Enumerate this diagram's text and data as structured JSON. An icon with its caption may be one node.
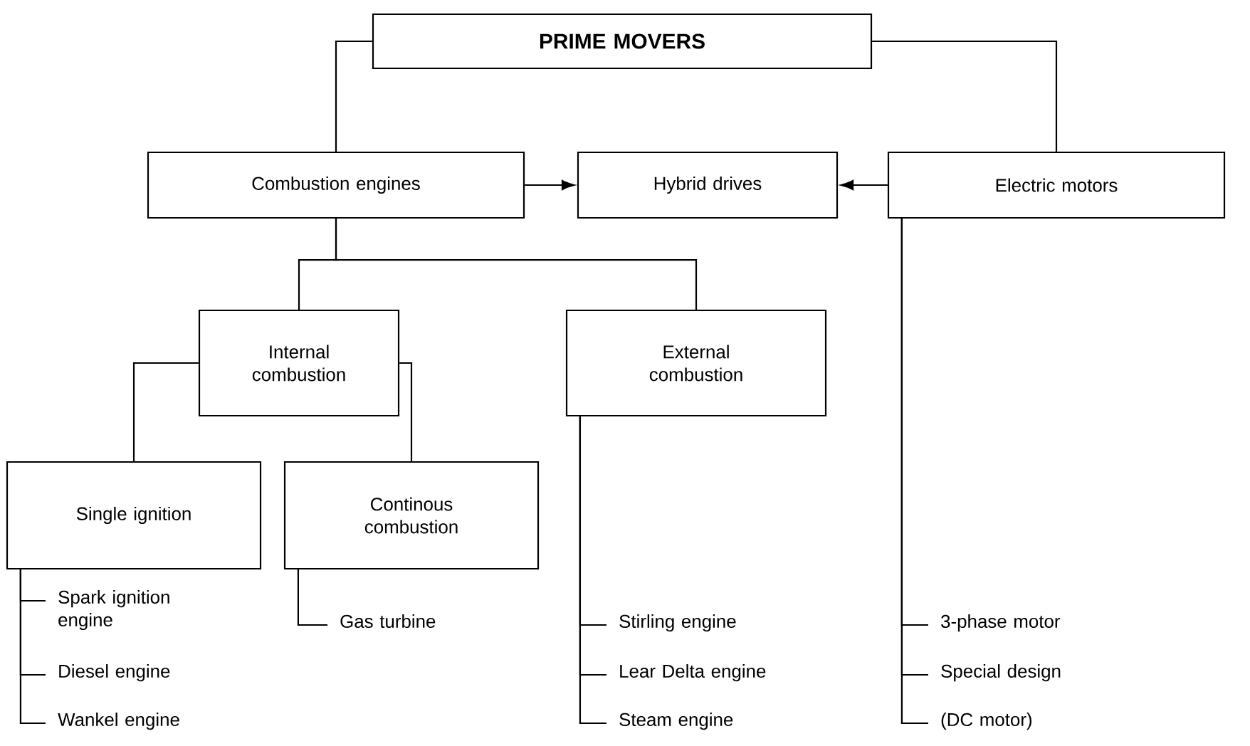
{
  "diagram": {
    "nodes": [
      {
        "text": [
          "PRIME MOVERS"
        ]
      },
      {
        "text": [
          "Combustion engines"
        ]
      },
      {
        "text": [
          "Hybrid drives"
        ]
      },
      {
        "text": [
          "Electric motors"
        ]
      },
      {
        "text": [
          "Internal combustion"
        ]
      },
      {
        "text": [
          "External combustion"
        ]
      },
      {
        "text": [
          "Single ignition"
        ]
      },
      {
        "text": [
          "Continous combustion"
        ]
      },
      {
        "text": [
          "Spark ignition engine"
        ]
      },
      {
        "text": [
          "Diesel engine"
        ]
      },
      {
        "text": [
          "Wankel engine"
        ]
      },
      {
        "text": [
          "Gas turbine"
        ]
      },
      {
        "text": [
          "Stirling engine"
        ]
      },
      {
        "text": [
          "Lear Delta engine"
        ]
      },
      {
        "text": [
          "Steam engine"
        ]
      },
      {
        "text": [
          "3-phase motor"
        ]
      },
      {
        "text": [
          "Special design"
        ]
      },
      {
        "text": [
          "(DC motor)"
        ]
      }
    ],
    "edges": [
      {
        "from": 0,
        "to": 1,
        "arrow": "none"
      },
      {
        "from": 0,
        "to": 3,
        "arrow": "none"
      },
      {
        "from": 1,
        "to": 2,
        "arrow": "to"
      },
      {
        "from": 3,
        "to": 2,
        "arrow": "to"
      },
      {
        "from": 1,
        "to": 4,
        "arrow": "none"
      },
      {
        "from": 1,
        "to": 5,
        "arrow": "none"
      },
      {
        "from": 4,
        "to": 6,
        "arrow": "none"
      },
      {
        "from": 4,
        "to": 7,
        "arrow": "none"
      },
      {
        "from": 6,
        "to": 8,
        "arrow": "none"
      },
      {
        "from": 6,
        "to": 9,
        "arrow": "none"
      },
      {
        "from": 6,
        "to": 10,
        "arrow": "none"
      },
      {
        "from": 7,
        "to": 11,
        "arrow": "none"
      },
      {
        "from": 5,
        "to": 12,
        "arrow": "none"
      },
      {
        "from": 5,
        "to": 13,
        "arrow": "none"
      },
      {
        "from": 5,
        "to": 14,
        "arrow": "none"
      },
      {
        "from": 3,
        "to": 15,
        "arrow": "none"
      },
      {
        "from": 3,
        "to": 16,
        "arrow": "none"
      },
      {
        "from": 3,
        "to": 17,
        "arrow": "none"
      }
    ]
  }
}
